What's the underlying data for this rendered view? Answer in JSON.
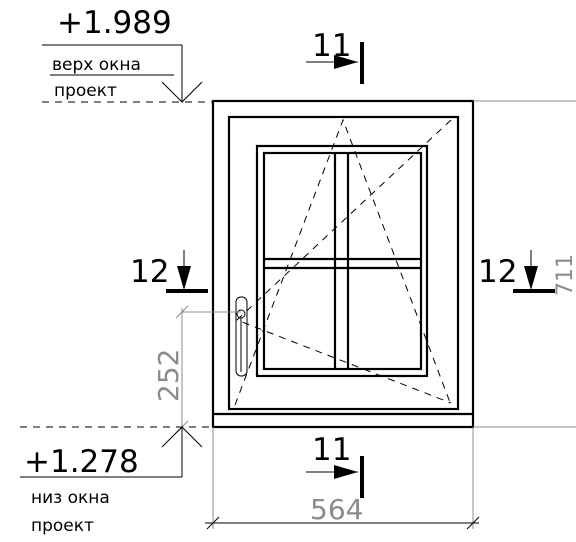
{
  "top_level": {
    "value": "+1.989",
    "label_line1": "верх окна",
    "label_line2": "проект"
  },
  "bottom_level": {
    "value": "+1.278",
    "label_line1": "низ окна",
    "label_line2": "проект"
  },
  "section_marks": {
    "top": "11",
    "bottom": "11",
    "left": "12",
    "right": "12"
  },
  "dimensions": {
    "width": "564",
    "handle_height": "252",
    "height_partial": "711"
  }
}
